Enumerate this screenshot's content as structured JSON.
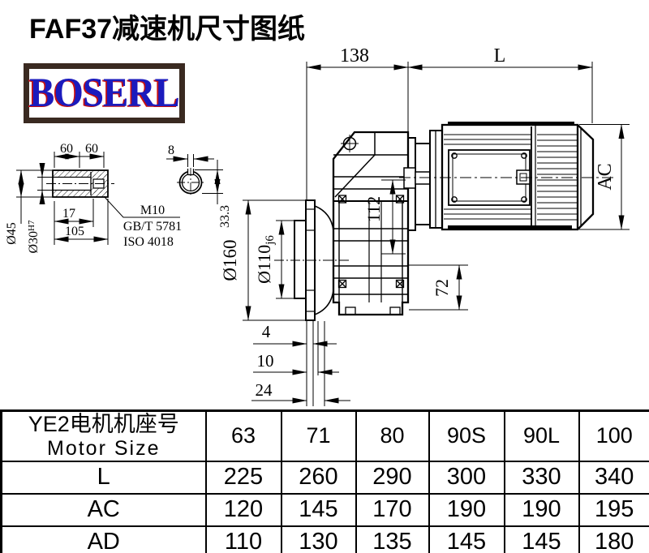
{
  "title": "FAF37减速机尺寸图纸",
  "logo": {
    "text": "BOSERL"
  },
  "shaft_view": {
    "len1": "60",
    "len2": "60",
    "dia_outer": "Ø45",
    "dia_bore": "Ø30",
    "dia_bore_fit": "H7",
    "depth": "17",
    "length": "105",
    "thread_note_line1": "M10",
    "thread_note_line2": "GB/T 5781",
    "thread_note_line3": "ISO 4018"
  },
  "section_view": {
    "key_width": "8",
    "key_depth": "33.3"
  },
  "main_view": {
    "dim_138": "138",
    "dim_L": "L",
    "dim_AC": "AC",
    "dim_112": "112",
    "dim_72": "72",
    "dia_flange": "Ø160",
    "dia_spigot": "Ø110",
    "dia_spigot_fit": "j6",
    "dim_4": "4",
    "dim_10": "10",
    "dim_24": "24"
  },
  "table": {
    "header_cn": "YE2电机机座号",
    "header_en": "Motor Size",
    "columns": [
      "63",
      "71",
      "80",
      "90S",
      "90L",
      "100"
    ],
    "rows": [
      {
        "label": "L",
        "values": [
          "225",
          "260",
          "290",
          "300",
          "330",
          "340"
        ]
      },
      {
        "label": "AC",
        "values": [
          "120",
          "145",
          "170",
          "190",
          "190",
          "195"
        ]
      },
      {
        "label": "AD",
        "values": [
          "110",
          "130",
          "135",
          "145",
          "145",
          "180"
        ]
      }
    ]
  }
}
